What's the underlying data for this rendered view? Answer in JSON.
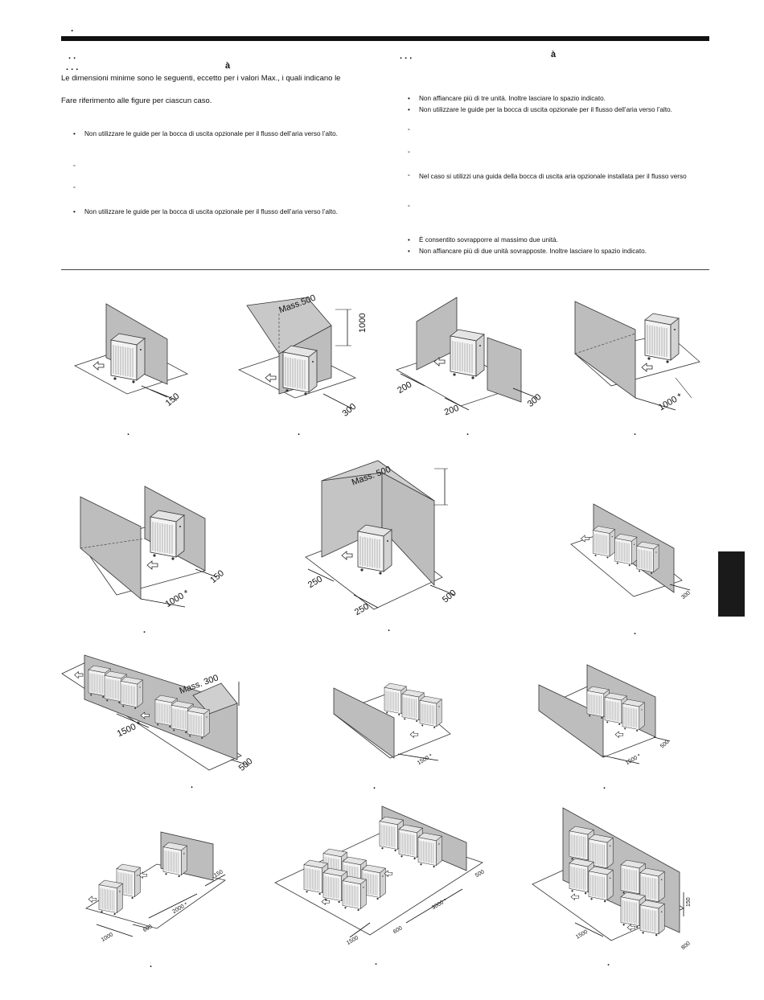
{
  "header": {
    "mark": "."
  },
  "left": {
    "heading1": ". .",
    "heading2": ". . .",
    "heading2_char": "à",
    "intro": "Le dimensioni minime sono le seguenti, eccetto per i valori Max., i quali indicano le",
    "ref": "Fare riferimento alle figure per ciascun caso.",
    "bullet1": "Non utilizzare le guide per la bocca di uscita opzionale per il flusso dell’aria verso l’alto.",
    "circle1": "°",
    "circle2": "°",
    "bullet2": "Non utilizzare le guide per la bocca di uscita opzionale per il flusso dell’aria verso l’alto."
  },
  "right": {
    "heading": ". . .",
    "heading_char": "à",
    "bullet1": "Non affiancare più di tre unità. Inoltre lasciare lo spazio indicato.",
    "bullet2": "Non utilizzare le guide per la bocca di uscita opzionale per il flusso dell’aria verso l’alto.",
    "circle1": "°",
    "circle2": "°",
    "circle3": "Nel caso si utilizzi una guida della bocca di uscita aria opzionale installata per il flusso verso",
    "circle4": "°",
    "bullet3": "È consentito sovrapporre al massimo due unità.",
    "bullet4": "Non affiancare più di due unità sovrapposte. Inoltre lasciare lo spazio indicato."
  },
  "figures": {
    "f1": {
      "d1": "150"
    },
    "f2": {
      "max": "Mass.500",
      "d1": "1000",
      "d2": "300"
    },
    "f3": {
      "d1": "200",
      "d2": "200",
      "d3": "300"
    },
    "f4": {
      "d1": "1000 *"
    },
    "f5": {
      "d1": "1000 *",
      "d2": "150"
    },
    "f6": {
      "max": "Mass. 500",
      "d1": "250",
      "d2": "250",
      "d3": "500"
    },
    "f7": {
      "d1": "300"
    },
    "f8": {
      "max": "Mass. 300",
      "d1": "1500 *",
      "d2": "500"
    },
    "f9": {
      "d1": "1500 *"
    },
    "f10": {
      "d1": "1500 *",
      "d2": "500"
    },
    "f11": {
      "d1": "1000",
      "d2": "600",
      "d3": "2000 *",
      "d4": "150"
    },
    "f12": {
      "d1": "1500",
      "d2": "600",
      "d3": "3000 *",
      "d4": "500"
    },
    "f13": {
      "d1": "1500",
      "d2": "800",
      "d3": "150"
    }
  },
  "captions": {
    "c1": ".",
    "c2": ".",
    "c3": ".",
    "c4": ".",
    "c5": ".",
    "c6": ".",
    "c7": ".",
    "c8": ".",
    "c9": ".",
    "c10": ".",
    "c11": ".",
    "c12": ".",
    "c13": "."
  }
}
